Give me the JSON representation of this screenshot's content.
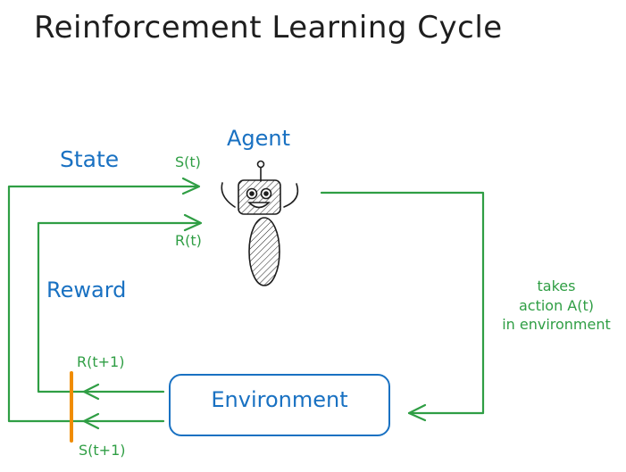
{
  "title": "Reinforcement Learning Cycle",
  "labels": {
    "agent": "Agent",
    "state": "State",
    "reward": "Reward",
    "environment": "Environment",
    "s_t": "S(t)",
    "r_t": "R(t)",
    "r_t1": "R(t+1)",
    "s_t1": "S(t+1)",
    "action_lines": [
      "takes",
      "action A(t)",
      "in environment"
    ]
  },
  "colors": {
    "text": "#1e1e1e",
    "blue": "#1971c2",
    "green": "#2f9e44",
    "orange": "#f08c00"
  }
}
